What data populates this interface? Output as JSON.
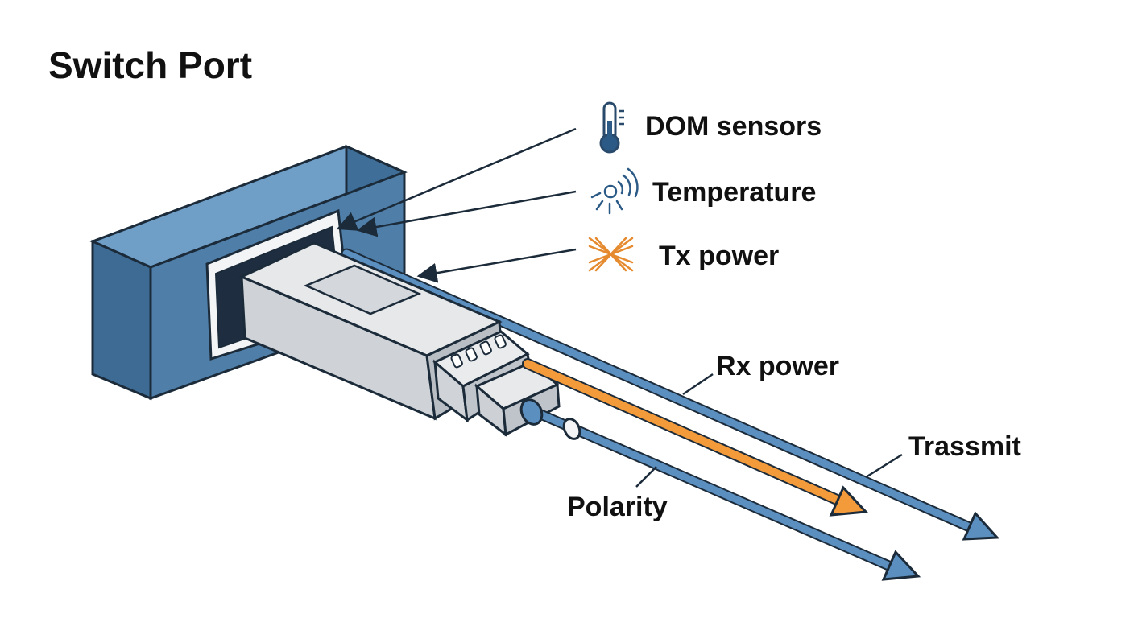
{
  "title": "Switch Port",
  "labels": {
    "dom_sensors": "DOM sensors",
    "temperature": "Temperature",
    "tx_power": "Tx power",
    "rx_power": "Rx power",
    "trassmit": "Trassmit",
    "polarity": "Polarity"
  },
  "icons": {
    "dom_sensors": "thermometer-icon",
    "temperature": "signal-sensor-icon",
    "tx_power": "crossed-lines-icon"
  },
  "colors": {
    "port_blue": "#4f7fa9",
    "fiber_blue": "#5b8fc0",
    "fiber_orange": "#f39a3b",
    "outline": "#1c2b3a",
    "module_gray": "#d7d9dc"
  }
}
